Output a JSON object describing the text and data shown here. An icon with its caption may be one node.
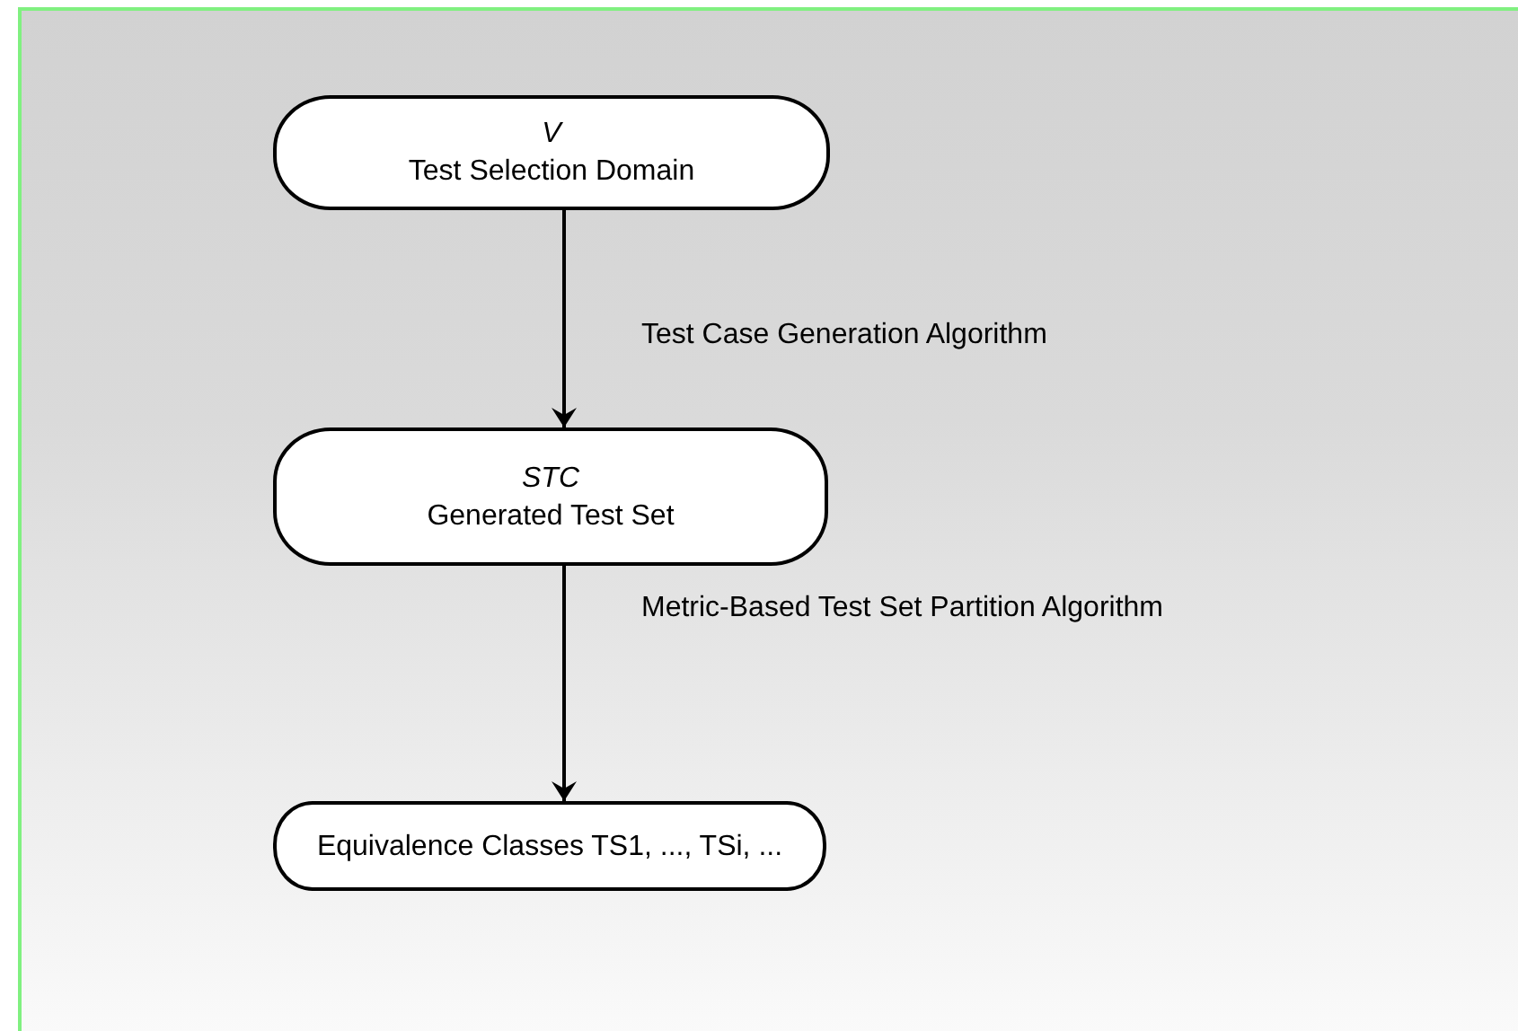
{
  "diagram": {
    "nodes": [
      {
        "text": [
          "V",
          "Test Selection Domain"
        ]
      },
      {
        "text": [
          "STC",
          "Generated Test Set"
        ]
      },
      {
        "text": [
          "Equivalence Classes TS1, ..., TSi, ..."
        ]
      }
    ],
    "edges": [
      {
        "from": 0,
        "to": 1,
        "arrow": "to",
        "label": "Test Case Generation Algorithm"
      },
      {
        "from": 1,
        "to": 2,
        "arrow": "to",
        "label": "Metric-Based Test Set Partition Algorithm"
      }
    ]
  }
}
